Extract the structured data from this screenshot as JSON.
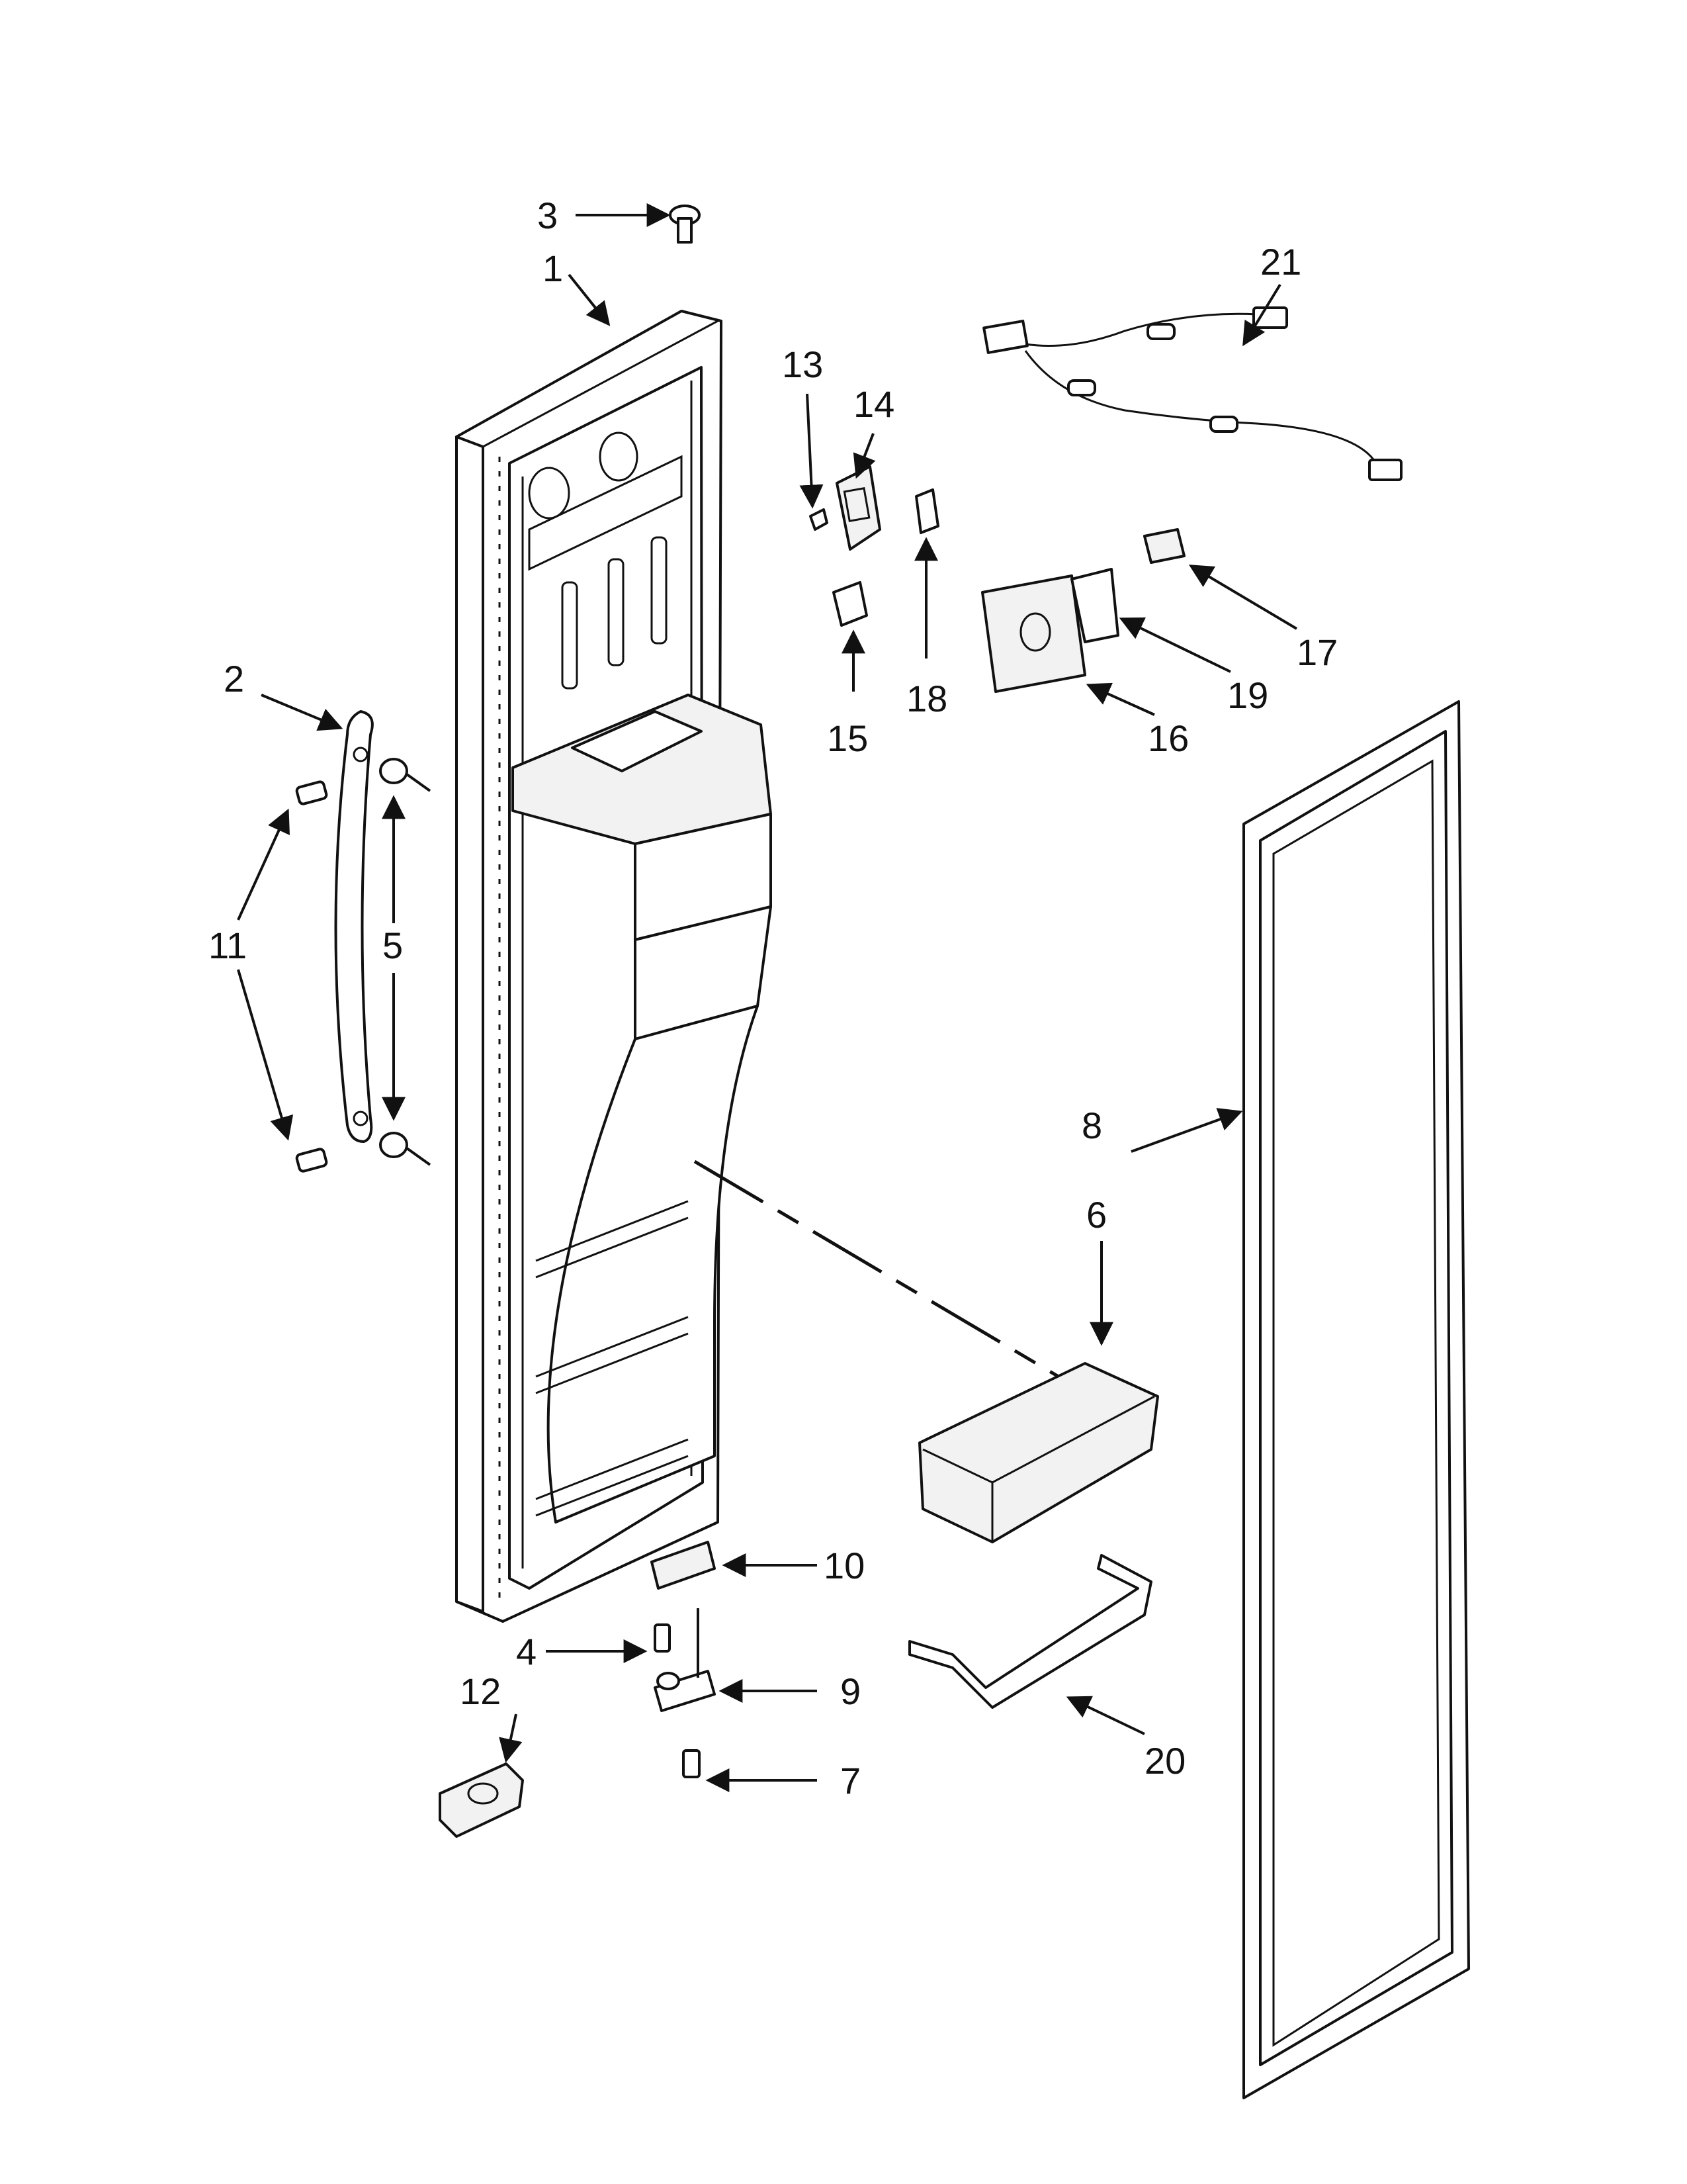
{
  "diagram": {
    "labels": {
      "p1": "1",
      "p2": "2",
      "p3": "3",
      "p4": "4",
      "p5": "5",
      "p6": "6",
      "p7": "7",
      "p8": "8",
      "p9": "9",
      "p10": "10",
      "p11": "11",
      "p12": "12",
      "p13": "13",
      "p14": "14",
      "p15": "15",
      "p16": "16",
      "p17": "17",
      "p18": "18",
      "p19": "19",
      "p20": "20",
      "p21": "21"
    },
    "colors": {
      "ink": "#111111",
      "paper": "#ffffff",
      "shade": "#f2f2f2"
    }
  }
}
